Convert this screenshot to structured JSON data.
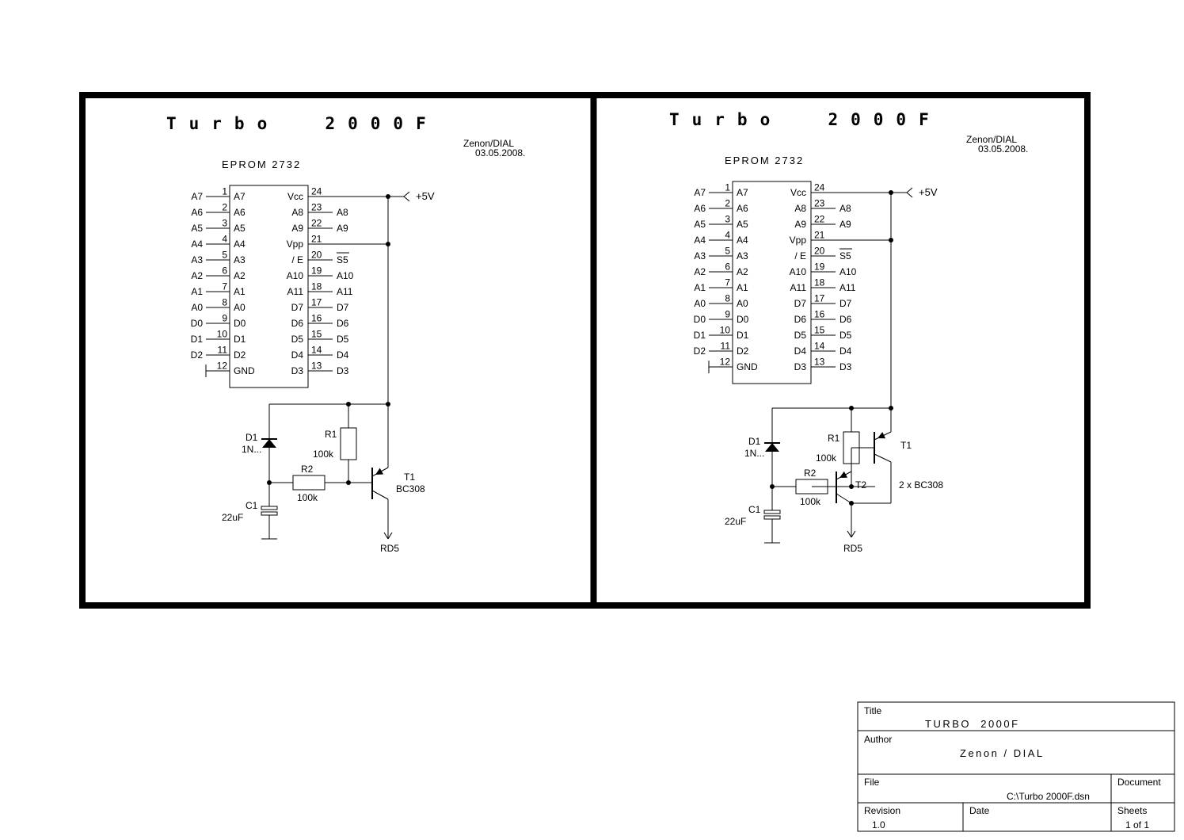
{
  "sheet": {
    "panels": [
      {
        "title": "Turbo  2000F",
        "author_line": "Zenon/DIAL",
        "date_line": "03.05.2008.",
        "chip_name": "EPROM 2732",
        "supply_label": "+5V",
        "output_label": "RD5",
        "left_pins": [
          {
            "num": "1",
            "name": "A7",
            "net": "A7"
          },
          {
            "num": "2",
            "name": "A6",
            "net": "A6"
          },
          {
            "num": "3",
            "name": "A5",
            "net": "A5"
          },
          {
            "num": "4",
            "name": "A4",
            "net": "A4"
          },
          {
            "num": "5",
            "name": "A3",
            "net": "A3"
          },
          {
            "num": "6",
            "name": "A2",
            "net": "A2"
          },
          {
            "num": "7",
            "name": "A1",
            "net": "A1"
          },
          {
            "num": "8",
            "name": "A0",
            "net": "A0"
          },
          {
            "num": "9",
            "name": "D0",
            "net": "D0"
          },
          {
            "num": "10",
            "name": "D1",
            "net": "D1"
          },
          {
            "num": "11",
            "name": "D2",
            "net": "D2"
          },
          {
            "num": "12",
            "name": "GND",
            "net": ""
          }
        ],
        "right_pins": [
          {
            "num": "24",
            "name": "Vcc",
            "net": ""
          },
          {
            "num": "23",
            "name": "A8",
            "net": "A8"
          },
          {
            "num": "22",
            "name": "A9",
            "net": "A9"
          },
          {
            "num": "21",
            "name": "Vpp",
            "net": ""
          },
          {
            "num": "20",
            "name": "/ E",
            "net": "S5"
          },
          {
            "num": "19",
            "name": "A10",
            "net": "A10"
          },
          {
            "num": "18",
            "name": "A11",
            "net": "A11"
          },
          {
            "num": "17",
            "name": "D7",
            "net": "D7"
          },
          {
            "num": "16",
            "name": "D6",
            "net": "D6"
          },
          {
            "num": "15",
            "name": "D5",
            "net": "D5"
          },
          {
            "num": "14",
            "name": "D4",
            "net": "D4"
          },
          {
            "num": "13",
            "name": "D3",
            "net": "D3"
          }
        ],
        "d1": {
          "ref": "D1",
          "value": "1N..."
        },
        "r1": {
          "ref": "R1",
          "value": "100k"
        },
        "r2": {
          "ref": "R2",
          "value": "100k"
        },
        "c1": {
          "ref": "C1",
          "value": "22uF"
        },
        "t1": {
          "ref": "T1",
          "value": "BC308"
        }
      },
      {
        "title": "Turbo  2000F",
        "author_line": "Zenon/DIAL",
        "date_line": "03.05.2008.",
        "chip_name": "EPROM 2732",
        "supply_label": "+5V",
        "output_label": "RD5",
        "left_pins": [
          {
            "num": "1",
            "name": "A7",
            "net": "A7"
          },
          {
            "num": "2",
            "name": "A6",
            "net": "A6"
          },
          {
            "num": "3",
            "name": "A5",
            "net": "A5"
          },
          {
            "num": "4",
            "name": "A4",
            "net": "A4"
          },
          {
            "num": "5",
            "name": "A3",
            "net": "A3"
          },
          {
            "num": "6",
            "name": "A2",
            "net": "A2"
          },
          {
            "num": "7",
            "name": "A1",
            "net": "A1"
          },
          {
            "num": "8",
            "name": "A0",
            "net": "A0"
          },
          {
            "num": "9",
            "name": "D0",
            "net": "D0"
          },
          {
            "num": "10",
            "name": "D1",
            "net": "D1"
          },
          {
            "num": "11",
            "name": "D2",
            "net": "D2"
          },
          {
            "num": "12",
            "name": "GND",
            "net": ""
          }
        ],
        "right_pins": [
          {
            "num": "24",
            "name": "Vcc",
            "net": ""
          },
          {
            "num": "23",
            "name": "A8",
            "net": "A8"
          },
          {
            "num": "22",
            "name": "A9",
            "net": "A9"
          },
          {
            "num": "21",
            "name": "Vpp",
            "net": ""
          },
          {
            "num": "20",
            "name": "/ E",
            "net": "S5"
          },
          {
            "num": "19",
            "name": "A10",
            "net": "A10"
          },
          {
            "num": "18",
            "name": "A11",
            "net": "A11"
          },
          {
            "num": "17",
            "name": "D7",
            "net": "D7"
          },
          {
            "num": "16",
            "name": "D6",
            "net": "D6"
          },
          {
            "num": "15",
            "name": "D5",
            "net": "D5"
          },
          {
            "num": "14",
            "name": "D4",
            "net": "D4"
          },
          {
            "num": "13",
            "name": "D3",
            "net": "D3"
          }
        ],
        "d1": {
          "ref": "D1",
          "value": "1N..."
        },
        "r1": {
          "ref": "R1",
          "value": "100k"
        },
        "r2": {
          "ref": "R2",
          "value": "100k"
        },
        "c1": {
          "ref": "C1",
          "value": "22uF"
        },
        "t1": {
          "ref": "T1",
          "value": ""
        },
        "t2": {
          "ref": "T2",
          "value": ""
        },
        "pair_note": "2 x BC308"
      }
    ]
  },
  "title_block": {
    "title_label": "Title",
    "title_value": "TURBO  2000F",
    "author_label": "Author",
    "author_value": "Zenon / DIAL",
    "file_label": "File",
    "file_value": "C:\\Turbo 2000F.dsn",
    "document_label": "Document",
    "revision_label": "Revision",
    "revision_value": "1.0",
    "date_label": "Date",
    "sheets_label": "Sheets",
    "sheets_value": "1 of 1"
  }
}
